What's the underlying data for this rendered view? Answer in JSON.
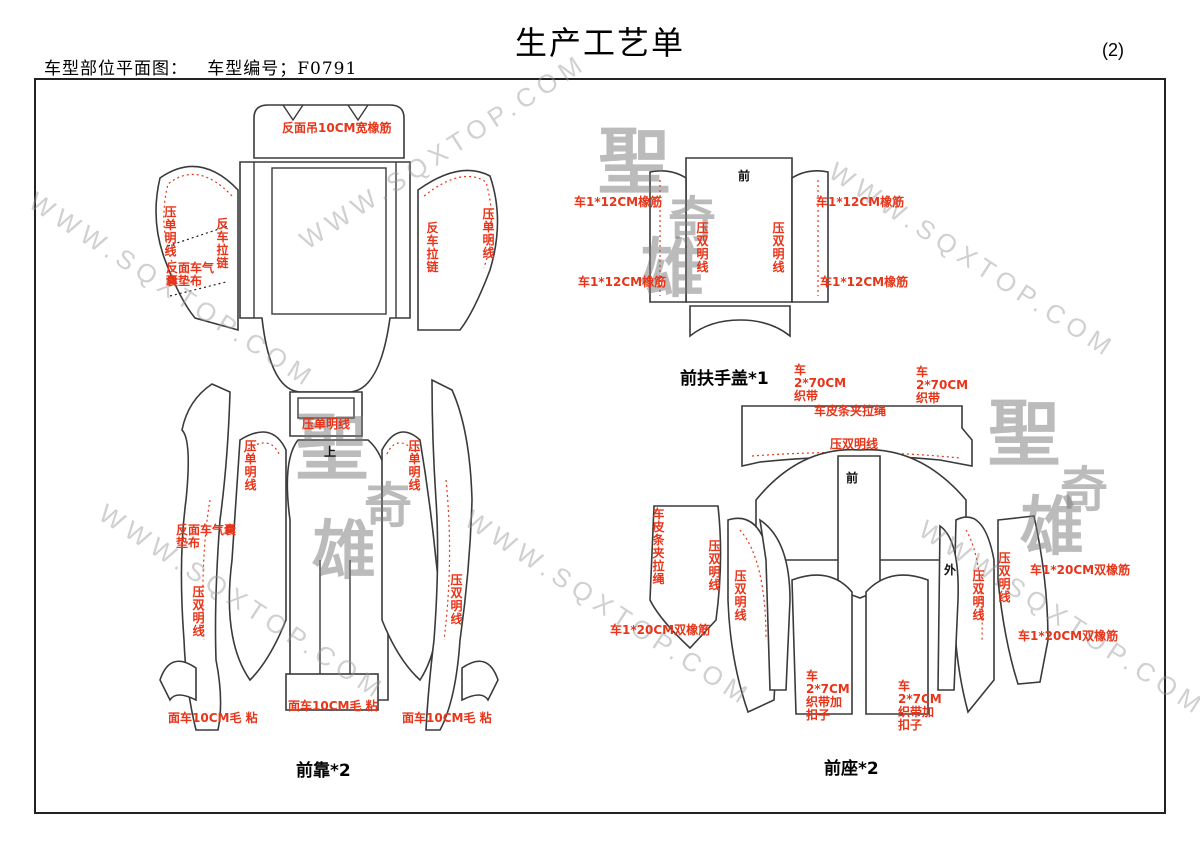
{
  "header": {
    "title": "生产工艺单",
    "left_label": "车型部位平面图：",
    "model_label": "车型编号；F0791",
    "page": "(2)"
  },
  "watermark": {
    "text": "WWW.SQXTOP.COM",
    "logo_char_1": "聖",
    "logo_char_2": "奇",
    "logo_char_3": "雄"
  },
  "back": {
    "caption": "前靠*2",
    "top_label": "反面吊10CM宽橡筋",
    "left_wing_1": "压单明线",
    "left_wing_2": "反车拉链",
    "left_wing_3": "反面车气囊垫布",
    "right_wing_1": "反车拉链",
    "right_wing_2": "压单明线",
    "center_top": "压单明线",
    "center_up": "上",
    "left_mid": "压单明线",
    "right_mid": "压单明线",
    "left_side_1": "反面车气囊垫布",
    "left_side_2": "压双明线",
    "right_side": "压双明线",
    "bottom_left": "面车10CM毛 粘",
    "bottom_center": "面车10CM毛 粘",
    "bottom_right": "面车10CM毛 粘"
  },
  "armrest": {
    "caption": "前扶手盖*1",
    "front": "前",
    "left_top": "车1*12CM橡筋",
    "left_bottom": "车1*12CM橡筋",
    "right_top": "车1*12CM橡筋",
    "right_bottom": "车1*12CM橡筋",
    "left_double": "压双明线",
    "right_double": "压双明线"
  },
  "seat": {
    "caption": "前座*2",
    "top_left": "车2*70CM织带",
    "top_right": "车2*70CM织带",
    "strip": "车皮条夹拉绳",
    "double_top": "压双明线",
    "front": "前",
    "outer": "外",
    "left_strip": "车皮条夹拉绳",
    "left_double_1": "压双明线",
    "left_double_2": "压双明线",
    "right_double_1": "压双明线",
    "right_double_2": "压双明线",
    "left_elastic": "车1*20CM双橡筋",
    "right_elastic_1": "车1*20CM双橡筋",
    "right_elastic_2": "车1*20CM双橡筋",
    "bottom_left": "车2*7CM织带加扣子",
    "bottom_right": "车2*7CM织带加扣子"
  }
}
